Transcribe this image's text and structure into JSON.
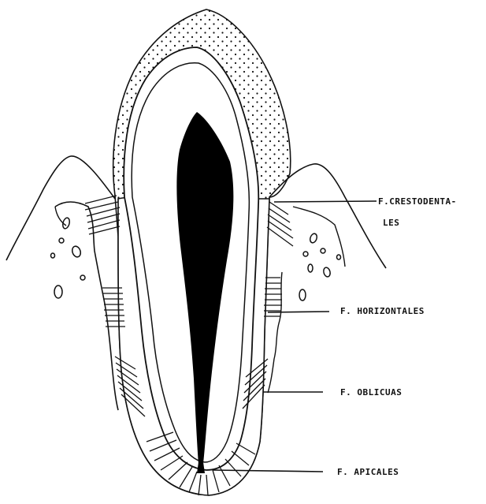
{
  "colors": {
    "ink": "#111111",
    "paper": "#ffffff",
    "enamel_fill": "#f7f7f7",
    "pulp": "#000000"
  },
  "labels": {
    "crestodental_line1": "F.CRESTODENTA-",
    "crestodental_line2": "LES",
    "horizontales": "F. HORIZONTALES",
    "oblicuas": "F. OBLICUAS",
    "apicales": "F. APICALES"
  }
}
